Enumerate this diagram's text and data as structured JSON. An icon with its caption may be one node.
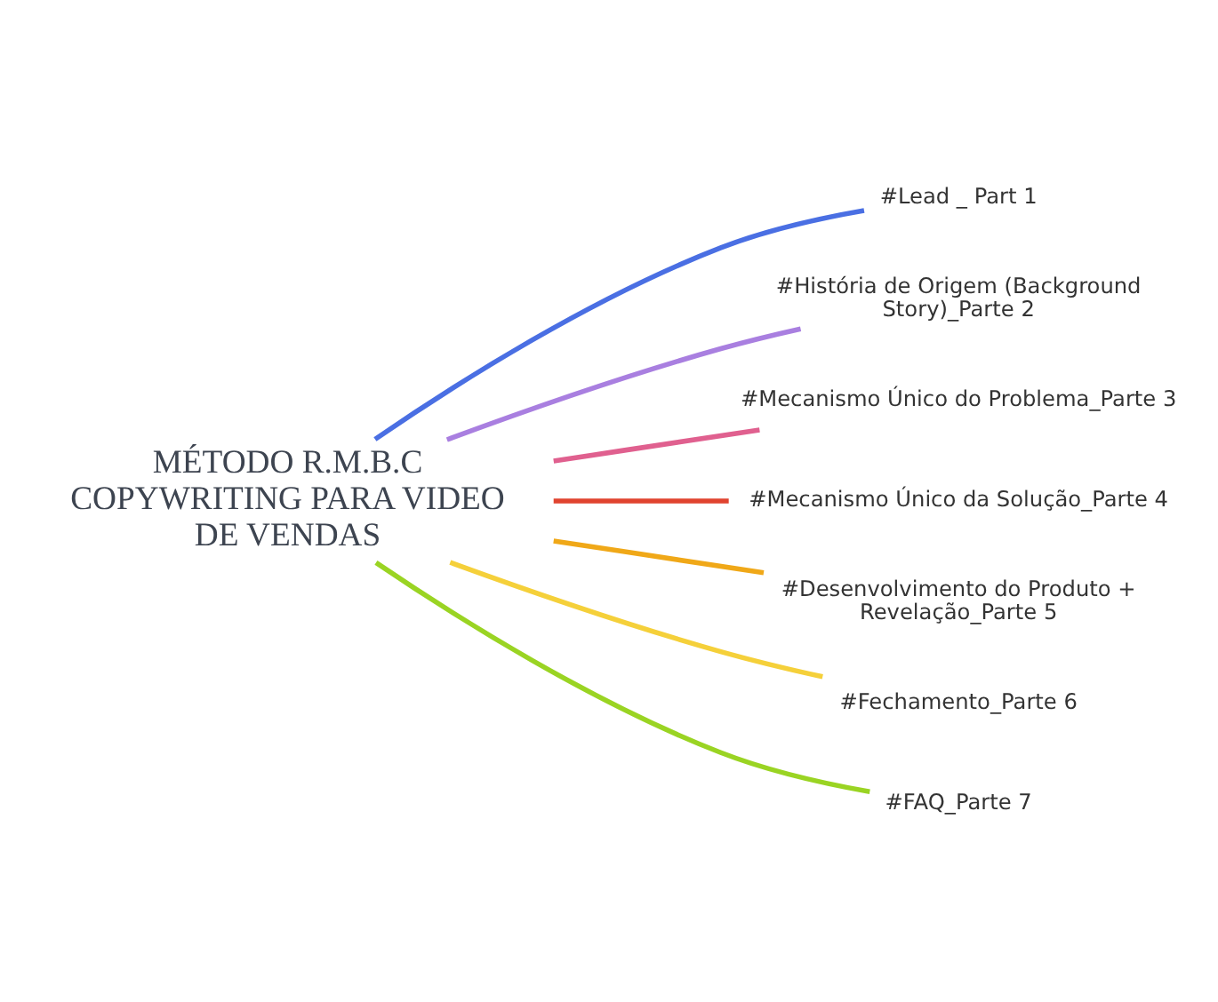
{
  "diagram": {
    "nodes": [
      {
        "text": [
          "MÉTODO R.M.B.C COPYWRITING PARA VIDEO DE VENDAS"
        ]
      },
      {
        "text": [
          "#Lead _ Part 1"
        ]
      },
      {
        "text": [
          "#História de Origem (Background Story)_Parte 2"
        ]
      },
      {
        "text": [
          "#Mecanismo Único do Problema_Parte 3"
        ]
      },
      {
        "text": [
          "#Mecanismo Único da Solução_Parte 4"
        ]
      },
      {
        "text": [
          "#Desenvolvimento do Produto + Revelação_Parte 5"
        ]
      },
      {
        "text": [
          "#Fechamento_Parte 6"
        ]
      },
      {
        "text": [
          "#FAQ_Parte 7"
        ]
      }
    ],
    "edges": [
      {
        "from": 0,
        "to": 1,
        "arrow": "none",
        "color": "#4a6fe3"
      },
      {
        "from": 0,
        "to": 2,
        "arrow": "none",
        "color": "#a97fe0"
      },
      {
        "from": 0,
        "to": 3,
        "arrow": "none",
        "color": "#e0608f"
      },
      {
        "from": 0,
        "to": 4,
        "arrow": "none",
        "color": "#e0432f"
      },
      {
        "from": 0,
        "to": 5,
        "arrow": "none",
        "color": "#f0a818"
      },
      {
        "from": 0,
        "to": 6,
        "arrow": "none",
        "color": "#f5d03a"
      },
      {
        "from": 0,
        "to": 7,
        "arrow": "none",
        "color": "#9ad423"
      }
    ]
  }
}
